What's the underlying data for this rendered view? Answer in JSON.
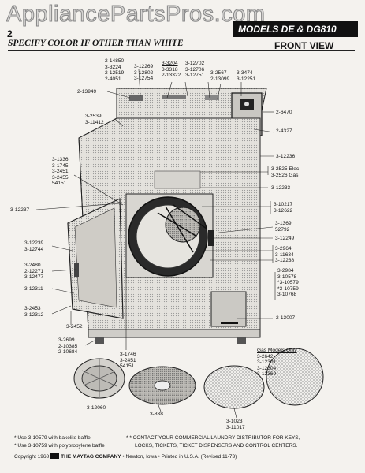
{
  "header": {
    "watermark": "AppliancePartsPros.com",
    "page_number": "2",
    "model": "MODELS DE & DG810",
    "specify": "SPECIFY COLOR IF OTHER THAN WHITE",
    "view": "FRONT VIEW"
  },
  "labels": {
    "c1": [
      "2-14850",
      "3-3224",
      "2-12519",
      "2-4051"
    ],
    "c2": [
      "3-12269",
      "3-12802",
      "3-12754"
    ],
    "c3": [
      "3-3204",
      "3-3318",
      "2-13322"
    ],
    "c4": [
      "3-12702",
      "3-12706",
      "3-12751"
    ],
    "c5": [
      "3-2567",
      "2-13099"
    ],
    "c6": [
      "3-3474",
      "3-12251"
    ],
    "l_13949": [
      "2-13949"
    ],
    "l_2539": [
      "3-2539",
      "3-11412"
    ],
    "l_1336": [
      "3-1336",
      "3-1745",
      "3-2451",
      "3-2455",
      "54151"
    ],
    "l_12237": [
      "3-12237"
    ],
    "l_12239": [
      "3-12239",
      "3-12744"
    ],
    "l_2480": [
      "3-2480",
      "2-12271",
      "3-12477"
    ],
    "l_12311": [
      "3-12311"
    ],
    "l_2453": [
      "3-2453",
      "3-12312"
    ],
    "l_2452": [
      "3-2452"
    ],
    "l_2699": [
      "3-2699",
      "2-10385",
      "2-10684"
    ],
    "l_1746": [
      "3-1746",
      "3-2451",
      "54151"
    ],
    "r_6470": [
      "2-6470"
    ],
    "r_4327": [
      "2-4327"
    ],
    "r_12236": [
      "3-12236"
    ],
    "r_2525": [
      "3-2525 Elec",
      "3-2526 Gas"
    ],
    "r_12233": [
      "3-12233"
    ],
    "r_10217": [
      "3-10217",
      "3-12622"
    ],
    "r_1369": [
      "3-1369",
      "52792"
    ],
    "r_12249": [
      "3-12249"
    ],
    "r_2964": [
      "3-2964",
      "3-11634",
      "3-12238"
    ],
    "r_2984": [
      "3-2984",
      "3-10578",
      "*3-10579",
      "*3-10759",
      "3-10768"
    ],
    "r_13007": [
      "2-13007"
    ],
    "gas": [
      "Gas Models Only",
      "3-2642",
      "3-12301",
      "3-12304",
      "3-12369"
    ],
    "b_12060": [
      "3-12060"
    ],
    "b_838": [
      "3-838"
    ],
    "b_1023": [
      "3-1023",
      "3-11017"
    ]
  },
  "footer": {
    "note1": "* Use 3-10579 with bakelite baffle",
    "note2": "* Use 3-10759 with polypropylene baffle",
    "contact1": "* * CONTACT YOUR COMMERCIAL LAUNDRY DISTRIBUTOR FOR KEYS,",
    "contact2": "LOCKS, TICKETS, TICKET DISPENSERS AND CONTROL CENTERS.",
    "copyright": "Copyright 1968",
    "company": "THE MAYTAG COMPANY",
    "city": "• Newton, Iowa • Printed in U.S.A. (Revised 11-73)"
  }
}
